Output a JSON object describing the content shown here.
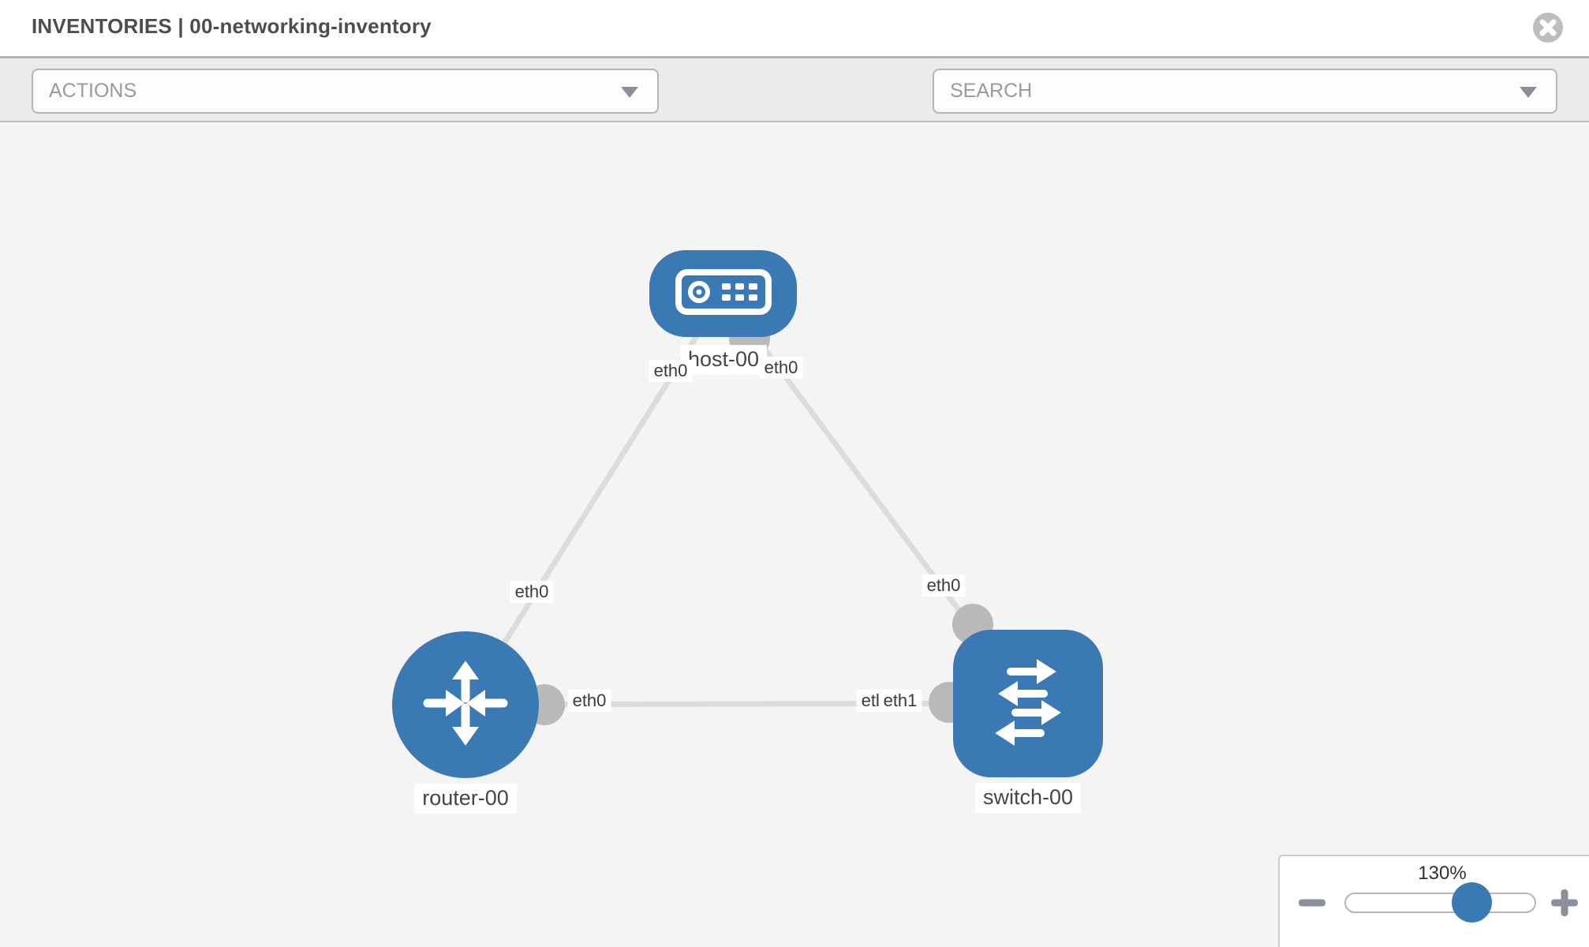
{
  "header": {
    "title": "INVENTORIES | 00-networking-inventory",
    "close_icon": "close-icon"
  },
  "toolbar": {
    "actions": {
      "placeholder": "ACTIONS"
    },
    "search": {
      "placeholder": "SEARCH"
    },
    "icons": [
      "wrench-icon",
      "key-icon"
    ]
  },
  "topology": {
    "nodes": [
      {
        "id": "host-00",
        "label": "host-00",
        "type": "host"
      },
      {
        "id": "router-00",
        "label": "router-00",
        "type": "router"
      },
      {
        "id": "switch-00",
        "label": "switch-00",
        "type": "switch"
      }
    ],
    "links": [
      {
        "id": "router-host",
        "source": "router-00",
        "target": "host-00",
        "source_label": "eth0",
        "target_label": "eth0"
      },
      {
        "id": "host-switch",
        "source": "host-00",
        "target": "switch-00",
        "source_label": "eth0",
        "target_label": "eth0"
      },
      {
        "id": "router-switch",
        "source": "router-00",
        "target": "switch-00",
        "source_label": "eth0",
        "target_labels_overlapping": [
          "eth0",
          "eth1"
        ]
      }
    ]
  },
  "zoom": {
    "level": "130%",
    "icons": [
      "minus-icon",
      "plus-icon"
    ],
    "slider_fraction": 0.66
  },
  "colors": {
    "node_blue": "#3b79b5",
    "link_gray": "#dcdcdc",
    "connector_gray": "#b9b9b9",
    "canvas_bg": "#f4f4f4",
    "toolbar_bg": "#ebebeb",
    "icon_gray": "#8a909a"
  }
}
